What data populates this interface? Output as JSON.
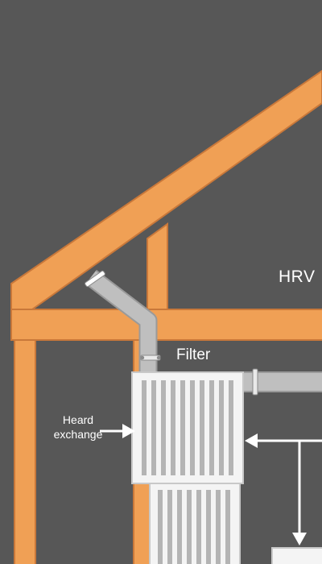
{
  "labels": {
    "hrv": "HRV",
    "filter": "Filter",
    "heat_exchange_line1": "Heard",
    "heat_exchange_line2": "exchange"
  },
  "colors": {
    "background": "#575757",
    "timber_fill": "#f0a055",
    "timber_edge": "#c9783a",
    "duct_fill": "#bfbfbf",
    "duct_edge": "#9a9a9a",
    "unit_fill": "#f4f4f4",
    "unit_slot": "#b4b4b4",
    "arrow": "#ffffff"
  }
}
